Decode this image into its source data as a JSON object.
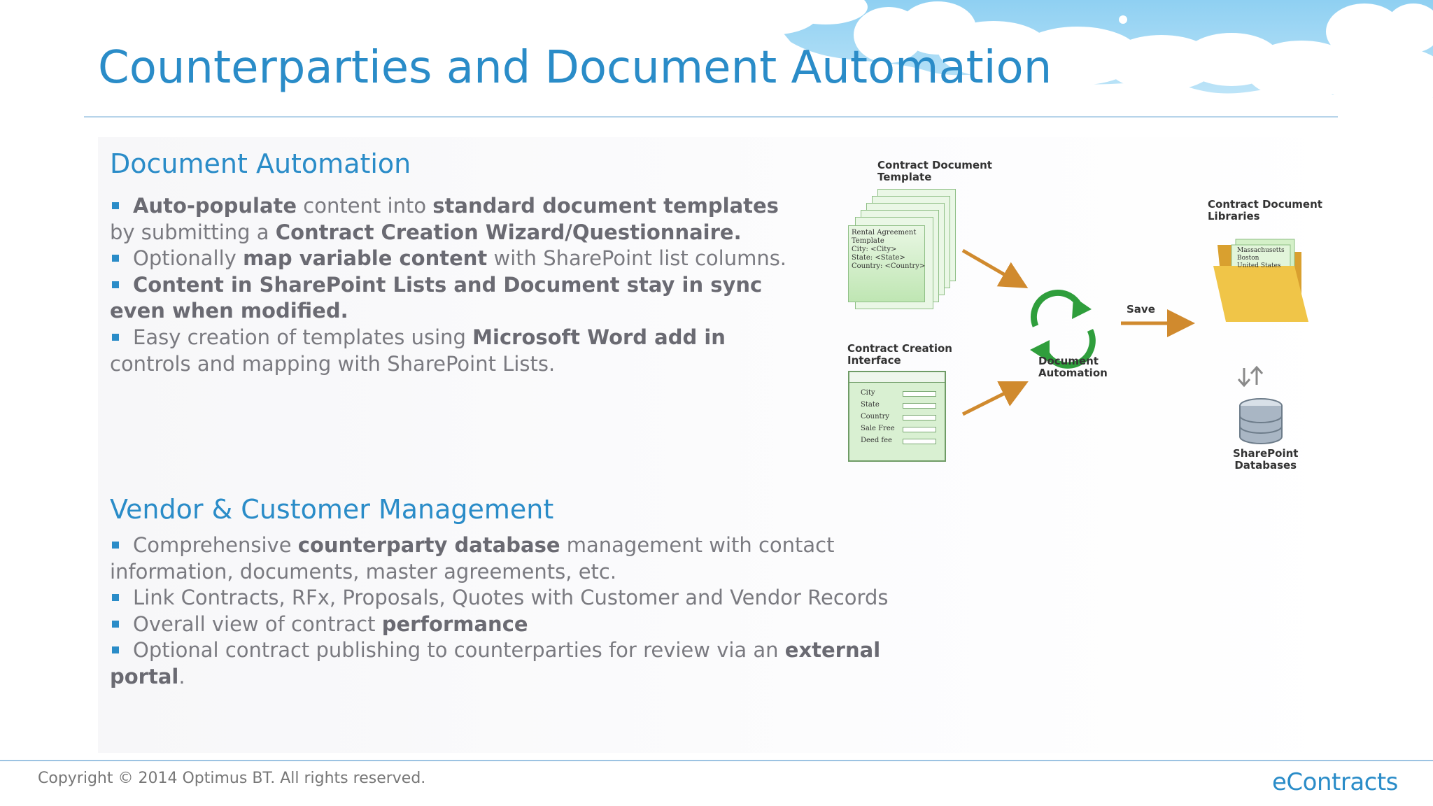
{
  "slide": {
    "title": "Counterparties and Document Automation",
    "accent_color": "#2a8cc8",
    "text_color": "#7a7a80"
  },
  "section1": {
    "heading": "Document Automation",
    "bullets": [
      {
        "parts": [
          {
            "text": "Auto-populate",
            "bold": true
          },
          {
            "text": " content into ",
            "bold": false
          },
          {
            "text": "standard document templates",
            "bold": true
          },
          {
            "text": " by submitting a ",
            "bold": false
          },
          {
            "text": "Contract Creation Wizard/Questionnaire.",
            "bold": true
          }
        ]
      },
      {
        "parts": [
          {
            "text": "Optionally ",
            "bold": false
          },
          {
            "text": "map variable content",
            "bold": true
          },
          {
            "text": " with SharePoint list columns.",
            "bold": false
          }
        ]
      },
      {
        "parts": [
          {
            "text": "Content in SharePoint Lists and Document stay in sync even when modified.",
            "bold": true
          }
        ]
      },
      {
        "parts": [
          {
            "text": "Easy creation of templates using ",
            "bold": false
          },
          {
            "text": "Microsoft Word add in",
            "bold": true
          },
          {
            "text": " controls and mapping with SharePoint Lists.",
            "bold": false
          }
        ]
      }
    ]
  },
  "section2": {
    "heading": "Vendor & Customer Management",
    "bullets": [
      {
        "parts": [
          {
            "text": "Comprehensive ",
            "bold": false
          },
          {
            "text": "counterparty database",
            "bold": true
          },
          {
            "text": " management with contact information, documents, master agreements, etc.",
            "bold": false
          }
        ]
      },
      {
        "parts": [
          {
            "text": "Link Contracts, RFx, Proposals, Quotes with Customer and Vendor Records",
            "bold": false
          }
        ]
      },
      {
        "parts": [
          {
            "text": "Overall view of contract ",
            "bold": false
          },
          {
            "text": "performance",
            "bold": true
          }
        ]
      },
      {
        "parts": [
          {
            "text": "Optional contract publishing to counterparties for review via an ",
            "bold": false
          },
          {
            "text": "external portal",
            "bold": true
          },
          {
            "text": ".",
            "bold": false
          }
        ]
      }
    ]
  },
  "diagram": {
    "template_label": "Contract Document\nTemplate",
    "template_doc_text": "Rental Agreement\nTemplate\nCity: <City>\nState: <State>\nCountry: <Country>",
    "interface_label": "Contract Creation\nInterface",
    "form_fields": [
      "City",
      "State",
      "Country",
      "Sale Free",
      "Deed fee"
    ],
    "automation_label": "Document\nAutomation",
    "save_label": "Save",
    "libraries_label": "Contract Document\nLibraries",
    "folder_doc_text": "Massachusetts\nBoston\nUnited States",
    "databases_label": "SharePoint\nDatabases",
    "arrow_color": "#d08a2e",
    "cycle_color": "#2f9e3c"
  },
  "footer": {
    "copyright": "Copyright © 2014 Optimus BT. All rights reserved.",
    "brand": "eContracts"
  }
}
